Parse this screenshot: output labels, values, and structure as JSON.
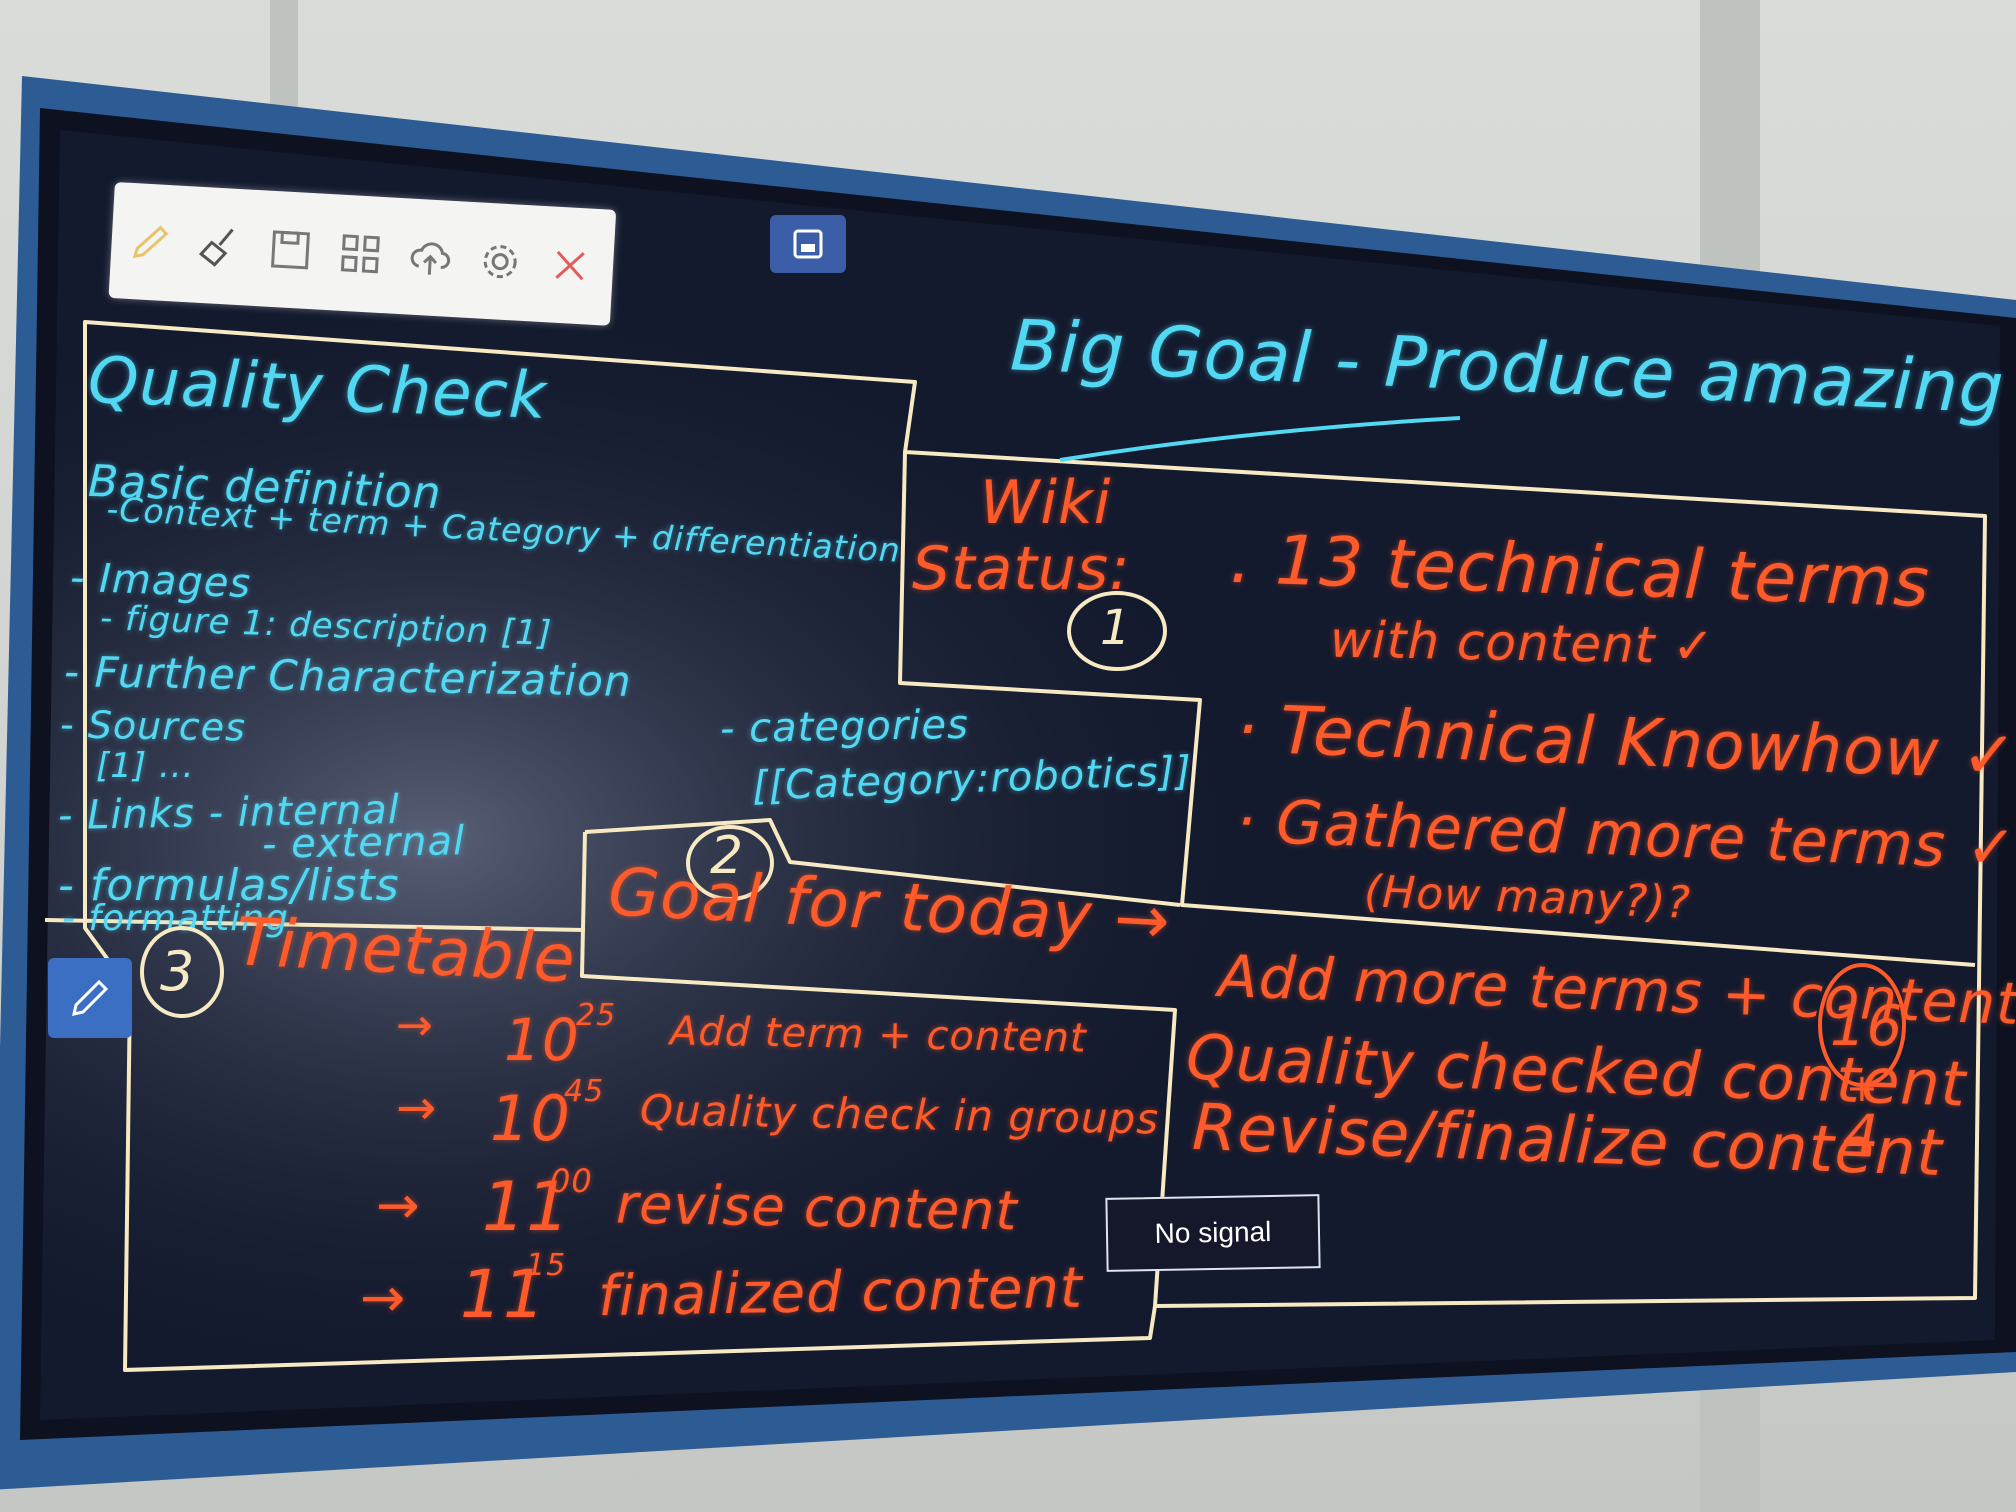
{
  "toolbar": {
    "icons": [
      "pencil-icon",
      "broom-icon",
      "save-icon",
      "qr-grid-icon",
      "cloud-upload-icon",
      "gear-icon",
      "close-icon"
    ]
  },
  "side_pen_icon": "pencil-icon",
  "top_button_icon": "dock-icon",
  "board": {
    "quality_check": {
      "title": "Quality Check",
      "lines": [
        "Basic definition",
        "-Context + term + Category + differentiation",
        "- Images",
        "- figure 1: description [1]",
        "- Further Characterization",
        "- Sources",
        "[1] ...",
        "- Links - internal",
        "- external",
        "- formulas/lists",
        "- formatting"
      ],
      "categories_line": "- categories",
      "category_tag": "[[Category:robotics]]"
    },
    "big_goal": "Big Goal - Produce amazing wiki.",
    "wiki_status": {
      "heading_1": "Wiki",
      "heading_2": "Status:",
      "number": "1",
      "items": [
        ". 13 technical terms",
        "with content ✓",
        "· Technical Knowhow ✓",
        "· Gathered more terms ✓",
        "(How many?)?"
      ]
    },
    "goal_today": {
      "number": "2",
      "title": "Goal for today →",
      "items": [
        "Add more terms + content",
        "Quality checked content",
        "Revise/finalize content"
      ],
      "count_top": "16",
      "count_plus": "+",
      "count_bottom": "4"
    },
    "timetable": {
      "number": "3",
      "title": "Timetable",
      "rows": [
        {
          "arrow": "→",
          "time": "10",
          "sup": "25",
          "task": "Add term + content"
        },
        {
          "arrow": "→",
          "time": "10",
          "sup": "45",
          "task": "Quality check in groups"
        },
        {
          "arrow": "→",
          "time": "11",
          "sup": "00",
          "task": "revise content"
        },
        {
          "arrow": "→",
          "time": "11",
          "sup": "15",
          "task": "finalized content"
        }
      ]
    }
  },
  "status_overlay": "No signal"
}
